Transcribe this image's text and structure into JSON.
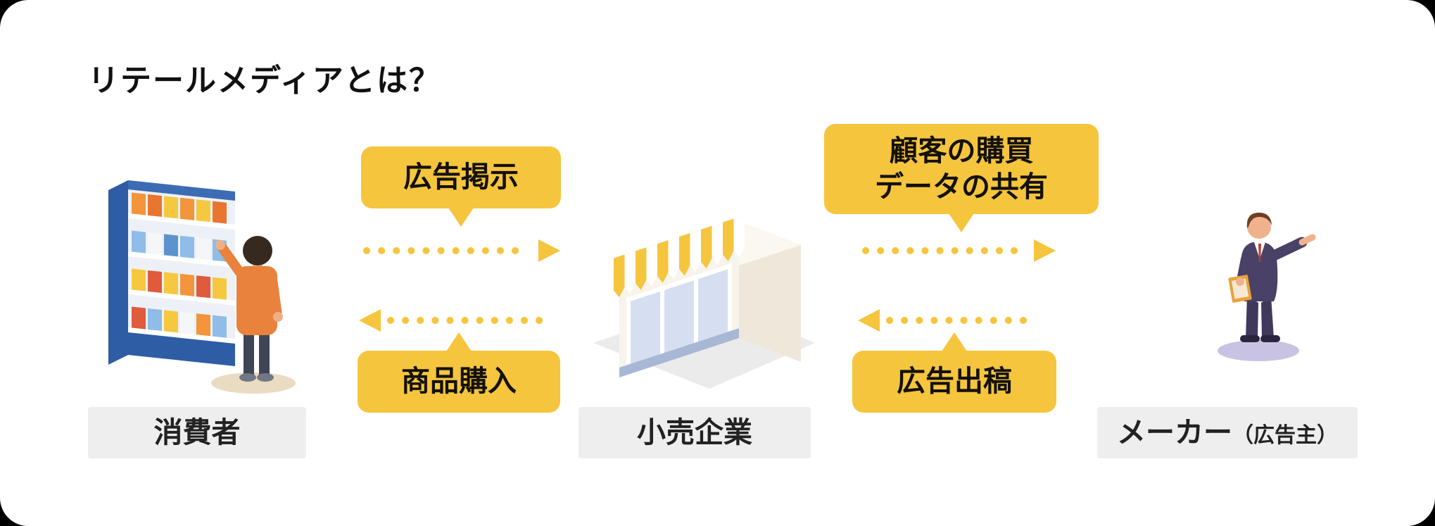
{
  "page": {
    "title": "リテールメディアとは？"
  },
  "entities": {
    "consumer": {
      "label": "消費者"
    },
    "retailer": {
      "label": "小売企業"
    },
    "maker": {
      "label": "メーカー",
      "suffix": "（広告主）"
    }
  },
  "flows": {
    "ad_display": {
      "label": "広告掲示",
      "arrow_direction": "right"
    },
    "purchase": {
      "label": "商品購入",
      "arrow_direction": "left"
    },
    "data_share": {
      "line1": "顧客の購買",
      "line2": "データの共有",
      "arrow_direction": "right"
    },
    "ad_placement": {
      "label": "広告出稿",
      "arrow_direction": "left"
    }
  },
  "colors": {
    "accent_yellow": "#F6C53E",
    "label_bg": "#EEEEEE",
    "card_background": "#FFFFFF"
  }
}
